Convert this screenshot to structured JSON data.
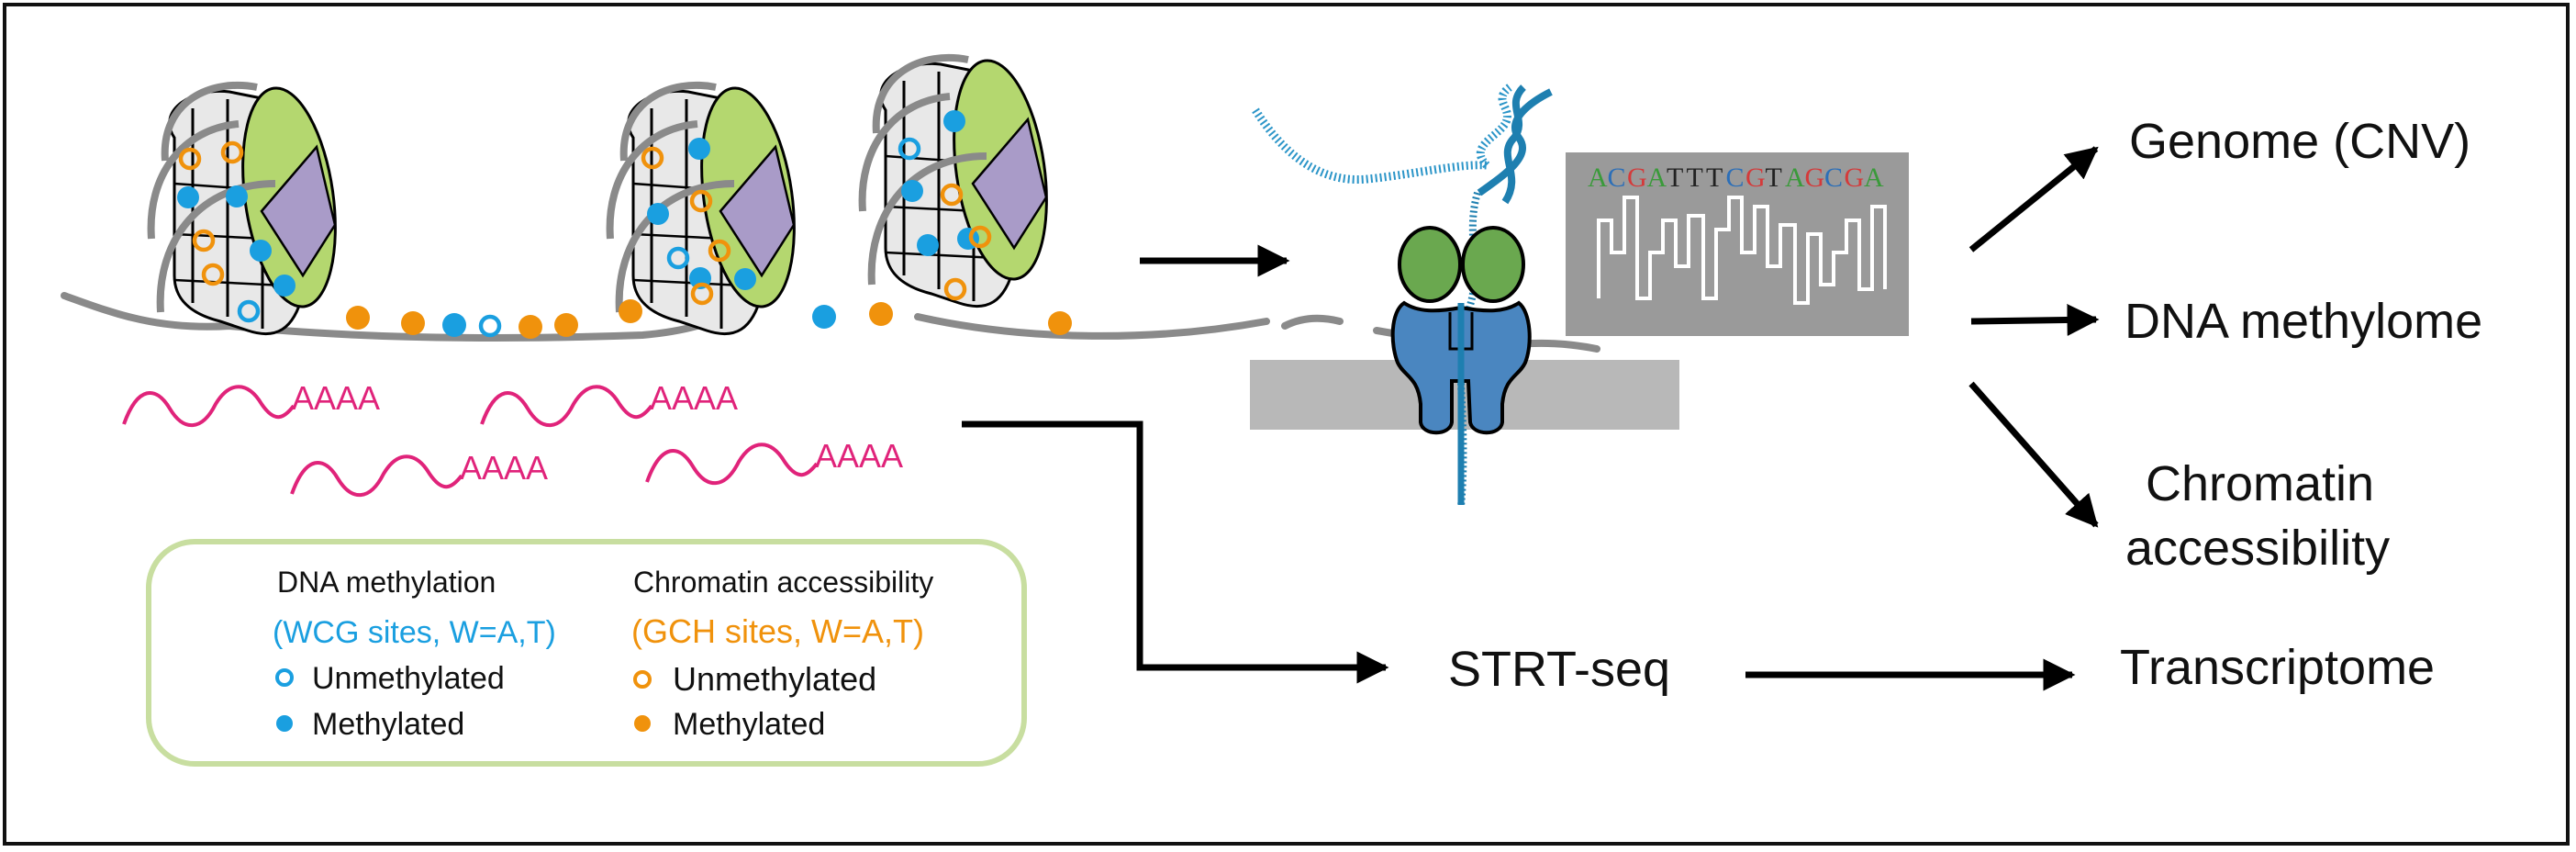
{
  "polyA_tail": "AAAA",
  "legend": {
    "methylation_title": "DNA methylation",
    "methylation_sites": "(WCG sites, W=A,T)",
    "accessibility_title": "Chromatin accessibility",
    "accessibility_sites": "(GCH sites, W=A,T)",
    "unmethylated": "Unmethylated",
    "methylated": "Methylated"
  },
  "sequence": [
    "A",
    "C",
    "G",
    "A",
    "T",
    "T",
    "T",
    "C",
    "G",
    "T",
    "A",
    "G",
    "C",
    "G",
    "A"
  ],
  "outputs": {
    "genome": "Genome (CNV)",
    "methylome": "DNA methylome",
    "accessibility_line1": "Chromatin",
    "accessibility_line2": "accessibility",
    "transcriptome": "Transcriptome"
  },
  "method_label": "STRT-seq",
  "colors": {
    "methylation": "#1a9fe0",
    "accessibility": "#f0920c",
    "rna": "#e0237a",
    "pore_green": "#6aa84f",
    "pore_blue": "#4a86c0",
    "dna_strand": "#2b95c8",
    "nucleosome_green": "#b4d76f",
    "nucleosome_purple": "#a99bc8",
    "legend_border": "#c8dea0",
    "A": "#3a9a3a",
    "C": "#2c6fb8",
    "G": "#d43a3a",
    "T": "#222222"
  }
}
